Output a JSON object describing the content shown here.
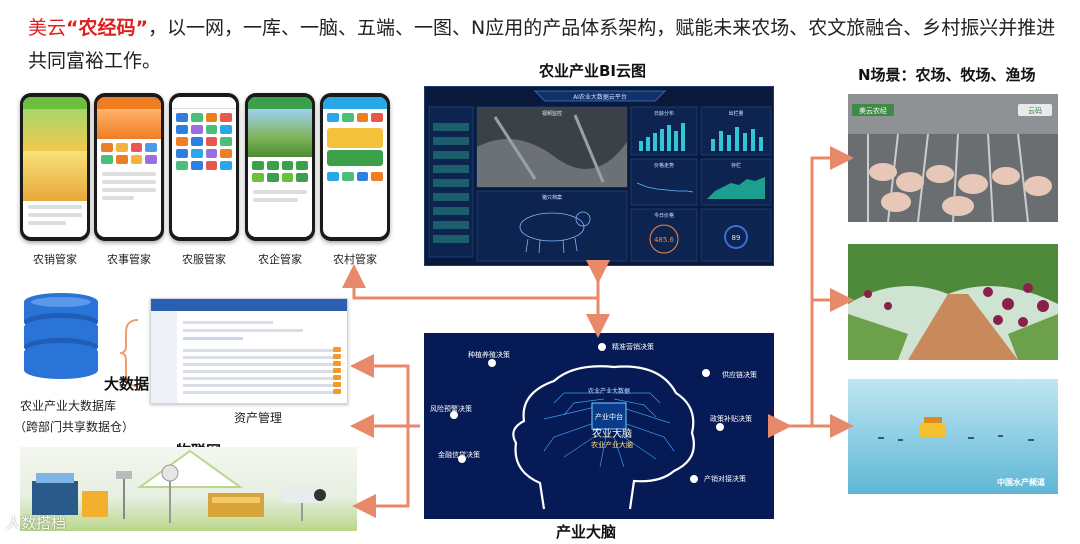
{
  "headline": {
    "brand": "美云",
    "product": "“农经码”",
    "text": "，以一网，一库、一脑、五端、一图、N应用的产品体系架构，赋能未来农场、农文旅融合、乡村振兴并推进共同富裕工作。"
  },
  "bi": {
    "title": "农业产业BI云图",
    "dashboard_title": "AI农业大数据云平台",
    "labels": [
      "视频监控",
      "猪只档案",
      "日龄分布",
      "出栏量",
      "价格走势",
      "存栏",
      "今日价格"
    ],
    "reading": "485.6",
    "gauge": "89"
  },
  "scenes": {
    "title": "N场景：农场、牧场、渔场",
    "farm_logo": "美云农经",
    "farm_mark": "云码",
    "fishery_caption": "中国水产频道"
  },
  "apps": [
    {
      "label": "农销管家",
      "accent": "#6cbf3a"
    },
    {
      "label": "农事管家",
      "accent": "#ef7d22"
    },
    {
      "label": "农服管家",
      "accent": "#2f7fe0"
    },
    {
      "label": "农企管家",
      "accent": "#3aa14a"
    },
    {
      "label": "农村管家",
      "accent": "#2aa7e6"
    }
  ],
  "bigdata": {
    "title": "大数据",
    "line1": "农业产业大数据库",
    "line2": "（跨部门共享数据仓）"
  },
  "asset": {
    "label": "资产管理"
  },
  "iot": {
    "title": "物联网"
  },
  "brain": {
    "title": "产业大脑",
    "center_line1": "农业大脑",
    "center_line2": "农业产业大脑",
    "chip": "产业中台",
    "inner_label": "农业产业大数据",
    "nodes": [
      "精准营销决策",
      "种植养殖决策",
      "供应链决策",
      "风险预警决策",
      "政策补贴决策",
      "金融信贷决策",
      "产销对接决策"
    ]
  },
  "watermark": "人数搭档",
  "colors": {
    "accent_red": "#e02020",
    "arrow": "#e8896a",
    "brain_bg": "#061a55",
    "bi_bg": "#0b1a3a"
  }
}
